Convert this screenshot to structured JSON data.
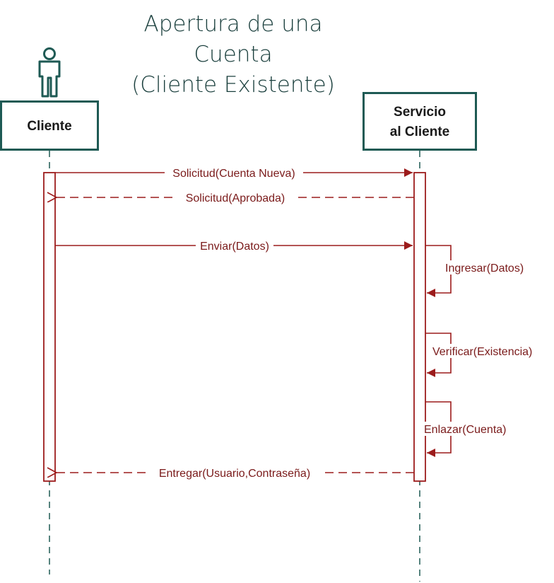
{
  "title_lines": [
    "Apertura de una",
    "Cuenta",
    "(Cliente Existente)"
  ],
  "actor": {
    "icon": "person-icon"
  },
  "participants": [
    {
      "id": "cliente",
      "label_lines": [
        "Cliente"
      ]
    },
    {
      "id": "servicio",
      "label_lines": [
        "Servicio",
        "al Cliente"
      ]
    }
  ],
  "messages": [
    {
      "label": "Solicitud(Cuenta Nueva)",
      "from": "cliente",
      "to": "servicio",
      "style": "solid"
    },
    {
      "label": "Solicitud(Aprobada)",
      "from": "servicio",
      "to": "cliente",
      "style": "dashed"
    },
    {
      "label": "Enviar(Datos)",
      "from": "cliente",
      "to": "servicio",
      "style": "solid"
    },
    {
      "label": "Ingresar(Datos)",
      "from": "servicio",
      "to": "servicio",
      "style": "self"
    },
    {
      "label": "Verificar(Existencia)",
      "from": "servicio",
      "to": "servicio",
      "style": "self"
    },
    {
      "label": "Enlazar(Cuenta)",
      "from": "servicio",
      "to": "servicio",
      "style": "self"
    },
    {
      "label": "Entregar(Usuario,Contraseña)",
      "from": "servicio",
      "to": "cliente",
      "style": "dashed"
    }
  ],
  "colors": {
    "teal": "#1e5a54",
    "message": "#9c1c1c",
    "message_text": "#7a1a1a",
    "title": "#1a3f3d"
  }
}
